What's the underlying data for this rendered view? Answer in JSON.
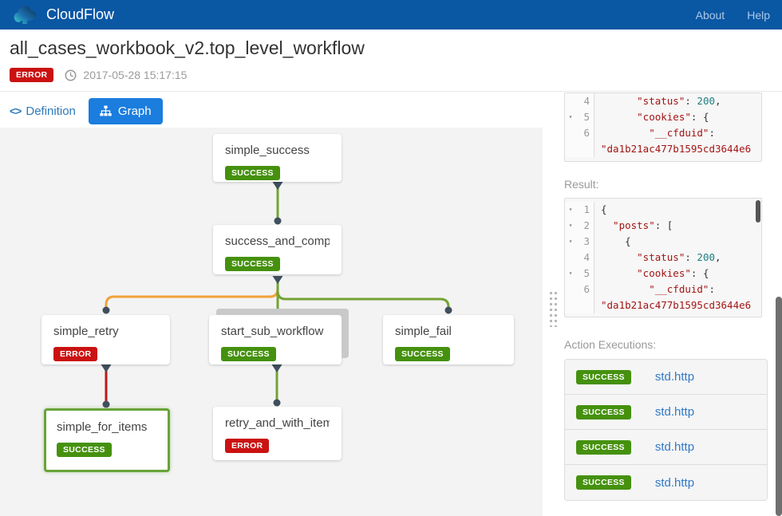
{
  "navbar": {
    "brand": "CloudFlow",
    "about": "About",
    "help": "Help"
  },
  "header": {
    "title": "all_cases_workbook_v2.top_level_workflow",
    "status": "ERROR",
    "timestamp": "2017-05-28 15:17:15"
  },
  "tabs": {
    "definition_label": "Definition",
    "graph_label": "Graph"
  },
  "graph": {
    "nodes": [
      {
        "name": "simple_success",
        "status": "SUCCESS"
      },
      {
        "name": "success_and_complete",
        "status": "SUCCESS"
      },
      {
        "name": "simple_retry",
        "status": "ERROR"
      },
      {
        "name": "start_sub_workflow",
        "status": "SUCCESS",
        "stacked": true
      },
      {
        "name": "simple_fail",
        "status": "SUCCESS"
      },
      {
        "name": "simple_for_items",
        "status": "SUCCESS",
        "selected": true
      },
      {
        "name": "retry_and_with_items",
        "status": "ERROR"
      }
    ]
  },
  "panel": {
    "code_top": {
      "lines": [
        {
          "fold": "",
          "num": "4",
          "segs": [
            {
              "c": "s",
              "t": "      \"status\""
            },
            {
              "c": "p",
              "t": ": "
            },
            {
              "c": "n",
              "t": "200"
            },
            {
              "c": "p",
              "t": ","
            }
          ]
        },
        {
          "fold": "▾",
          "num": "5",
          "segs": [
            {
              "c": "s",
              "t": "      \"cookies\""
            },
            {
              "c": "p",
              "t": ": {"
            }
          ]
        },
        {
          "fold": "",
          "num": "6",
          "segs": [
            {
              "c": "s",
              "t": "        \"__cfduid\""
            },
            {
              "c": "p",
              "t": ":"
            }
          ]
        },
        {
          "fold": "",
          "num": "",
          "segs": [
            {
              "c": "s",
              "t": "\"da1b21ac477b1595cd3644e6"
            }
          ]
        }
      ]
    },
    "result_label": "Result:",
    "result_code": {
      "lines": [
        {
          "fold": "▾",
          "num": "1",
          "segs": [
            {
              "c": "p",
              "t": "{"
            }
          ]
        },
        {
          "fold": "▾",
          "num": "2",
          "segs": [
            {
              "c": "s",
              "t": "  \"posts\""
            },
            {
              "c": "p",
              "t": ": ["
            }
          ]
        },
        {
          "fold": "▾",
          "num": "3",
          "segs": [
            {
              "c": "p",
              "t": "    {"
            }
          ]
        },
        {
          "fold": "",
          "num": "4",
          "segs": [
            {
              "c": "s",
              "t": "      \"status\""
            },
            {
              "c": "p",
              "t": ": "
            },
            {
              "c": "n",
              "t": "200"
            },
            {
              "c": "p",
              "t": ","
            }
          ]
        },
        {
          "fold": "▾",
          "num": "5",
          "segs": [
            {
              "c": "s",
              "t": "      \"cookies\""
            },
            {
              "c": "p",
              "t": ": {"
            }
          ]
        },
        {
          "fold": "",
          "num": "6",
          "segs": [
            {
              "c": "s",
              "t": "        \"__cfduid\""
            },
            {
              "c": "p",
              "t": ":"
            }
          ]
        },
        {
          "fold": "",
          "num": "",
          "segs": [
            {
              "c": "s",
              "t": "\"da1b21ac477b1595cd3644e6"
            }
          ]
        }
      ]
    },
    "actions_label": "Action Executions:",
    "actions": [
      {
        "status": "SUCCESS",
        "name": "std.http"
      },
      {
        "status": "SUCCESS",
        "name": "std.http"
      },
      {
        "status": "SUCCESS",
        "name": "std.http"
      },
      {
        "status": "SUCCESS",
        "name": "std.http"
      }
    ]
  },
  "icons": {
    "brand": "cloud-icon",
    "time": "clock-icon",
    "definition": "code-icon",
    "graph": "sitemap-icon"
  },
  "colors": {
    "navbar_blue": "#0a57a3",
    "button_blue": "#1b7dde",
    "link_blue": "#3179c6",
    "success_green": "#45910e",
    "error_red": "#cb1111",
    "edge_green": "#74a335",
    "edge_orange": "#f0a23c",
    "edge_red": "#bf1a15",
    "edge_marker": "#3f4f5e",
    "selected_border": "#68a339",
    "token_string": "#a31515",
    "token_number": "#1c7e82"
  }
}
